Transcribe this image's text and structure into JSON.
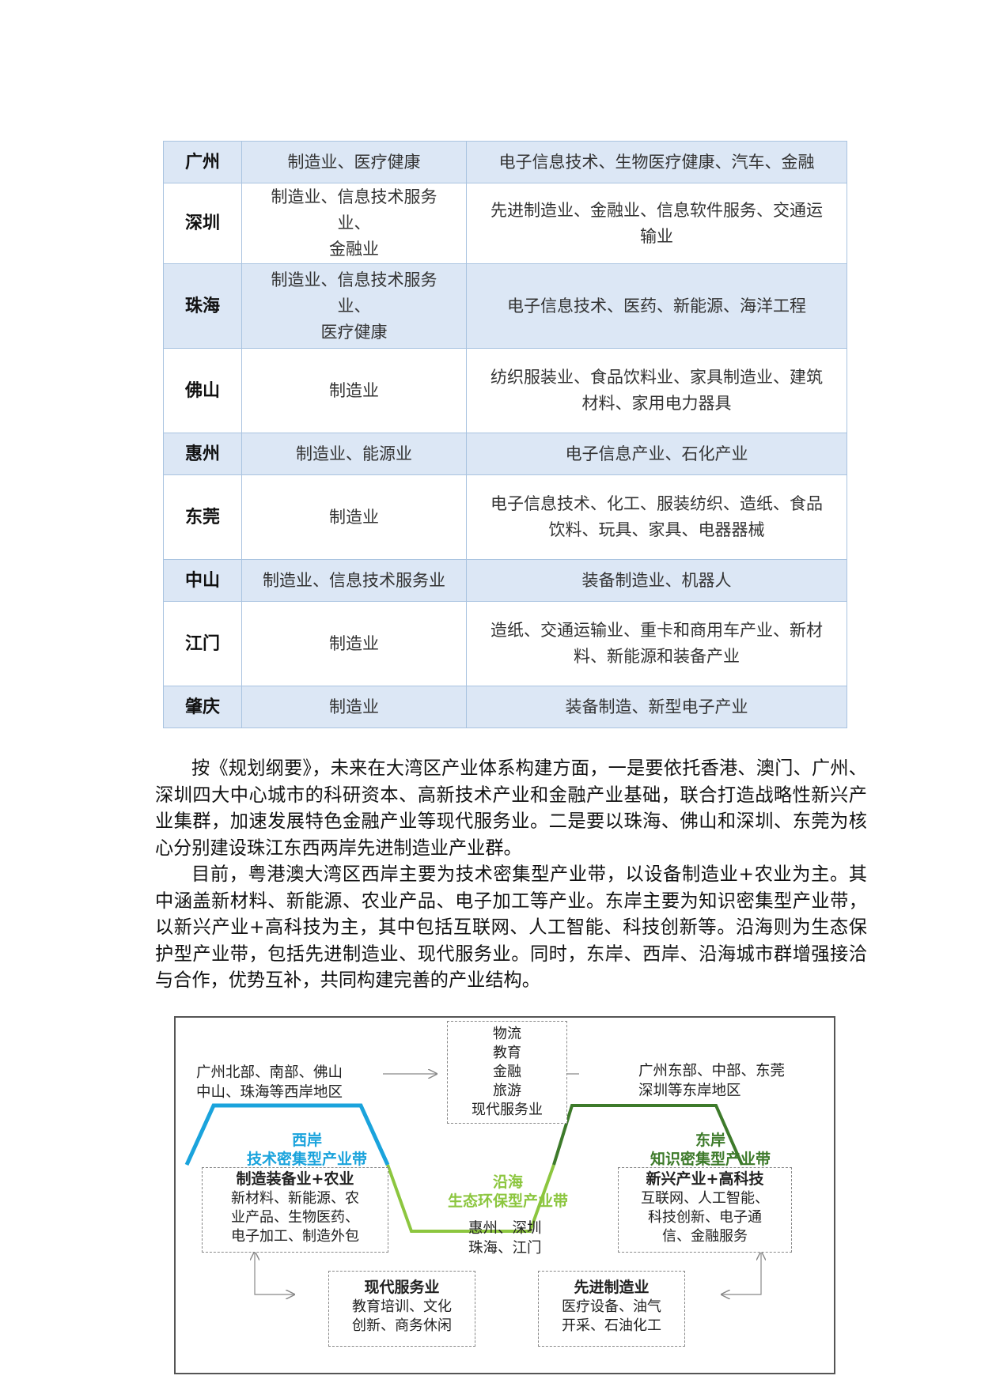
{
  "table": {
    "rows": [
      {
        "city": "广州",
        "lines_a": [
          "制造业、医疗健康"
        ],
        "lines_b": [
          "电子信息技术、生物医疗健康、汽车、金融"
        ]
      },
      {
        "city": "深圳",
        "lines_a": [
          "制造业、信息技术服务",
          "业、",
          "金融业"
        ],
        "lines_b": [
          "先进制造业、金融业、信息软件服务、交通运",
          "输业"
        ]
      },
      {
        "city": "珠海",
        "lines_a": [
          "制造业、信息技术服务",
          "业、",
          "医疗健康"
        ],
        "lines_b": [
          "电子信息技术、医药、新能源、海洋工程"
        ]
      },
      {
        "city": "佛山",
        "lines_a": [
          "制造业"
        ],
        "lines_b": [
          "纺织服装业、食品饮料业、家具制造业、建筑",
          "材料、家用电力器具"
        ]
      },
      {
        "city": "惠州",
        "lines_a": [
          "制造业、能源业"
        ],
        "lines_b": [
          "电子信息产业、石化产业"
        ]
      },
      {
        "city": "东莞",
        "lines_a": [
          "制造业"
        ],
        "lines_b": [
          "电子信息技术、化工、服装纺织、造纸、食品",
          "饮料、玩具、家具、电器器械"
        ]
      },
      {
        "city": "中山",
        "lines_a": [
          "制造业、信息技术服务业"
        ],
        "lines_b": [
          "装备制造业、机器人"
        ]
      },
      {
        "city": "江门",
        "lines_a": [
          "制造业"
        ],
        "lines_b": [
          "造纸、交通运输业、重卡和商用车产业、新材",
          "料、新能源和装备产业"
        ]
      },
      {
        "city": "肇庆",
        "lines_a": [
          "制造业"
        ],
        "lines_b": [
          "装备制造、新型电子产业"
        ]
      }
    ]
  },
  "paragraphs": [
    "按《规划纲要》，未来在大湾区产业体系构建方面，一是要依托香港、澳门、广州、深圳四大中心城市的科研资本、高新技术产业和金融产业基础，联合打造战略性新兴产业集群，加速发展特色金融产业等现代服务业。二是要以珠海、佛山和深圳、东莞为核心分别建设珠江东西两岸先进制造业产业群。",
    "目前，粤港澳大湾区西岸主要为技术密集型产业带，以设备制造业+农业为主。其中涵盖新材料、新能源、农业产品、电子加工等产业。东岸主要为知识密集型产业带，以新兴产业+高科技为主，其中包括互联网、人工智能、科技创新等。沿海则为生态保护型产业带，包括先进制造业、现代服务业。同时，东岸、西岸、沿海城市群增强接洽与合作，优势互补，共同构建完善的产业结构。"
  ],
  "diagram": {
    "services_box": [
      "物流",
      "教育",
      "金融",
      "旅游",
      "现代服务业"
    ],
    "west_region": [
      "广州北部、南部、佛山",
      "中山、珠海等西岸地区"
    ],
    "east_region": [
      "广州东部、中部、东莞",
      "深圳等东岸地区"
    ],
    "west_band": {
      "name": "西岸",
      "type": "技术密集型产业带",
      "color": "#1aa3dc"
    },
    "coast_band": {
      "name": "沿海",
      "type": "生态环保型产业带",
      "color": "#8cc63f"
    },
    "east_band": {
      "name": "东岸",
      "type": "知识密集型产业带",
      "color": "#3d7a2a"
    },
    "west_box": {
      "head": "制造装备业+农业",
      "lines": [
        "新材料、新能源、农",
        "业产品、生物医药、",
        "电子加工、制造外包"
      ]
    },
    "east_box": {
      "head": "新兴产业+高科技",
      "lines": [
        "互联网、人工智能、",
        "科技创新、电子通",
        "信、金融服务"
      ]
    },
    "coast_cities": [
      "惠州、深圳",
      "珠海、江门"
    ],
    "modern_box": {
      "head": "现代服务业",
      "lines": [
        "教育培训、文化",
        "创新、商务休闲"
      ]
    },
    "advanced_box": {
      "head": "先进制造业",
      "lines": [
        "医疗设备、油气",
        "开采、石油化工"
      ]
    }
  }
}
